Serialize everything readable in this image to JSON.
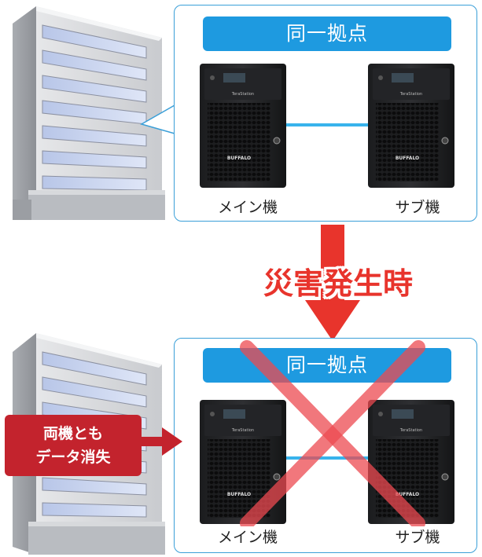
{
  "top_panel": {
    "site_label": "同一拠点",
    "main_label": "メイン機",
    "sub_label": "サブ機"
  },
  "bottom_panel": {
    "site_label": "同一拠点",
    "main_label": "メイン機",
    "sub_label": "サブ機"
  },
  "disaster_label": "災害発生時",
  "data_loss": {
    "line1": "両機とも",
    "line2": "データ消失"
  },
  "device_brand": "BUFFALO",
  "device_model": "TeraStation",
  "colors": {
    "panel_border": "#3a9fd8",
    "site_label_bg": "#1e9ae0",
    "link_line": "#38b3ec",
    "disaster_red": "#e8342c",
    "loss_box": "#c3232d"
  }
}
